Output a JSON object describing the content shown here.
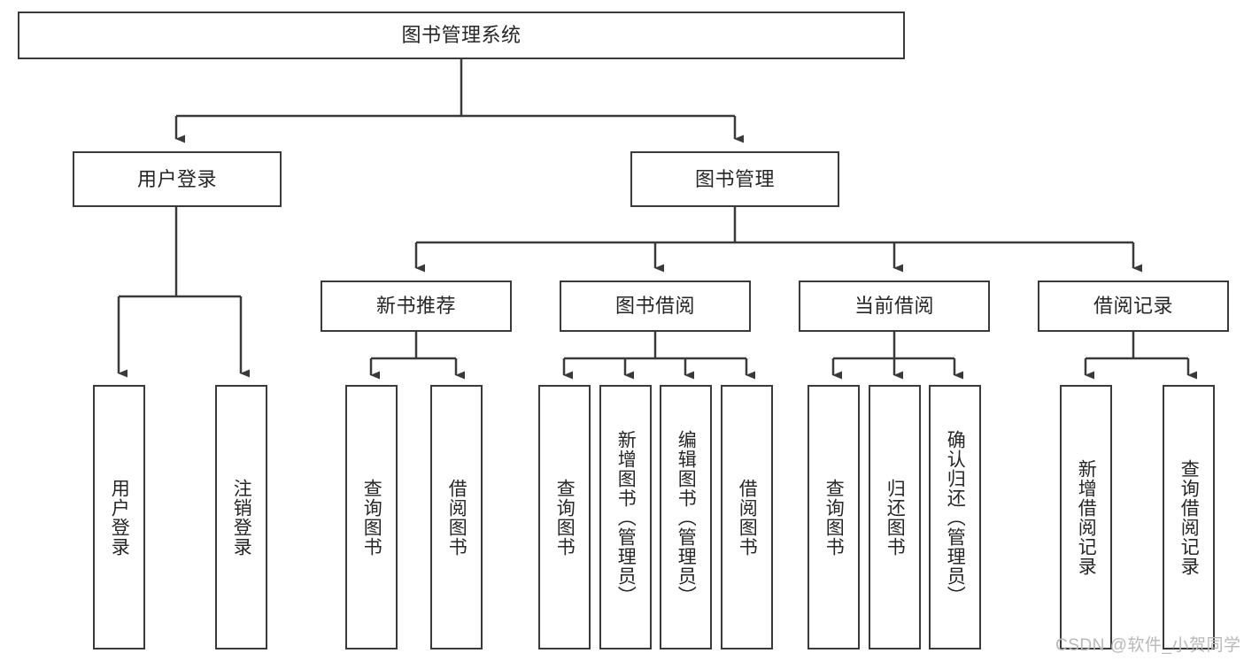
{
  "diagram": {
    "title": "图书管理系统",
    "type": "tree-hierarchy-flowchart",
    "line_color": "#3a3a3a",
    "text_color": "#262626",
    "background_color": "#ffffff",
    "root": {
      "label": "图书管理系统"
    },
    "level2": [
      {
        "label": "用户登录"
      },
      {
        "label": "图书管理"
      }
    ],
    "level3": [
      {
        "label": "新书推荐"
      },
      {
        "label": "图书借阅"
      },
      {
        "label": "当前借阅"
      },
      {
        "label": "借阅记录"
      }
    ],
    "leaves": {
      "user_login": [
        {
          "label": "用户登录"
        },
        {
          "label": "注销登录"
        }
      ],
      "new_book_recommend": [
        {
          "label": "查询图书"
        },
        {
          "label": "借阅图书"
        }
      ],
      "book_borrow": [
        {
          "label": "查询图书"
        },
        {
          "label": "新增图书（管理员）"
        },
        {
          "label": "编辑图书（管理员）"
        },
        {
          "label": "借阅图书"
        }
      ],
      "current_borrow": [
        {
          "label": "查询图书"
        },
        {
          "label": "归还图书"
        },
        {
          "label": "确认归还（管理员）"
        }
      ],
      "borrow_record": [
        {
          "label": "新增借阅记录"
        },
        {
          "label": "查询借阅记录"
        }
      ]
    }
  },
  "watermark": {
    "text": "CSDN @软件_小贺同学"
  }
}
